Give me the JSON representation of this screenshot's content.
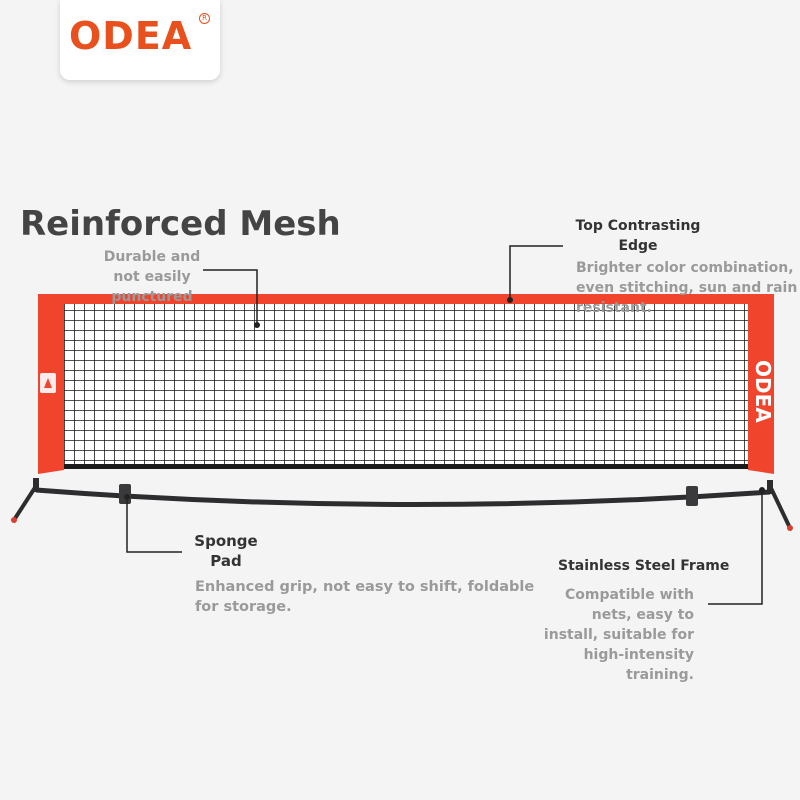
{
  "brand": {
    "logo_text": "ODEA",
    "registered_mark": "R",
    "accent_color": "#e8501e"
  },
  "net_print": "ODEA",
  "features": {
    "mesh": {
      "title": "Reinforced Mesh",
      "desc_lines": [
        "Durable and",
        "not easily",
        "punctured"
      ]
    },
    "top_edge": {
      "title_lines": [
        "Top Contrasting",
        "Edge"
      ],
      "desc_lines": [
        "Brighter color combination,",
        "even stitching, sun and rain",
        "resistant."
      ]
    },
    "sponge": {
      "title_lines": [
        "Sponge",
        "Pad"
      ],
      "desc_lines": [
        "Enhanced grip, not easy to shift, foldable",
        "for storage."
      ]
    },
    "frame": {
      "title": "Stainless Steel Frame",
      "desc_lines": [
        "Compatible with",
        "nets, easy to",
        "install, suitable for",
        "high-intensity",
        "training."
      ]
    }
  }
}
